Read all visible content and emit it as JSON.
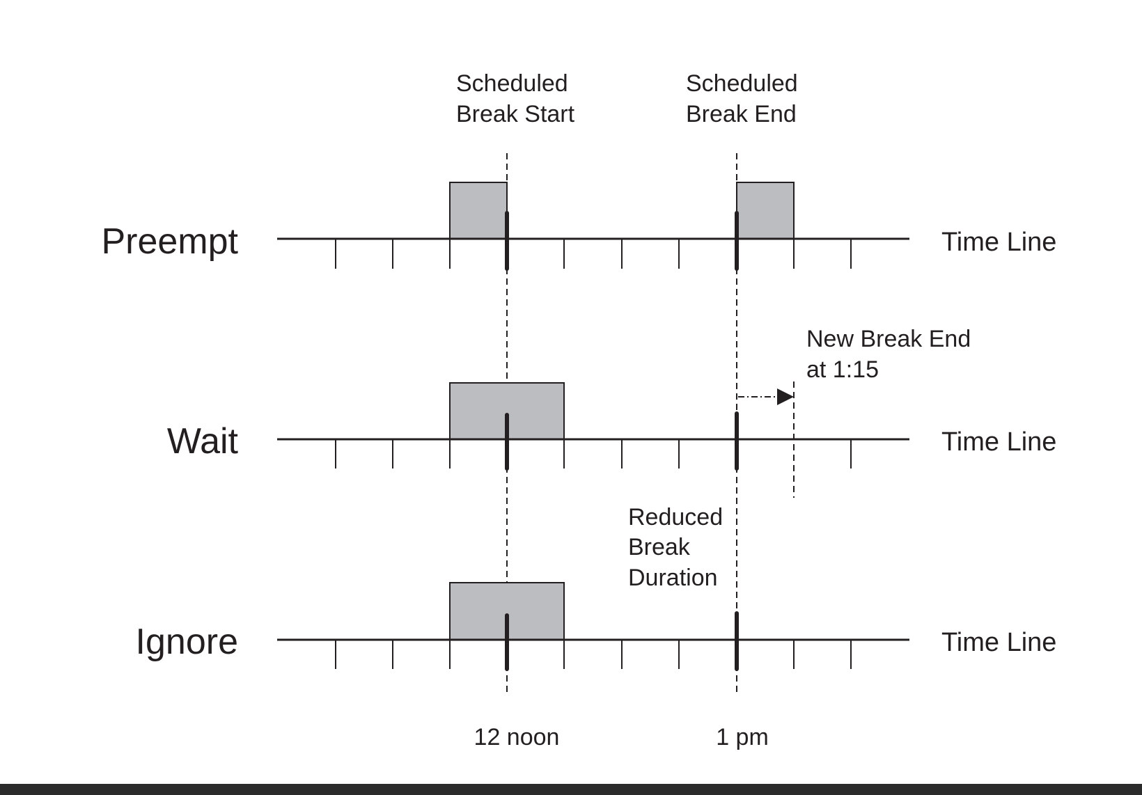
{
  "header": {
    "break_start": [
      "Scheduled",
      "Break Start"
    ],
    "break_end": [
      "Scheduled",
      "Break End"
    ]
  },
  "rows": [
    {
      "name": "Preempt",
      "timeline_label": "Time Line"
    },
    {
      "name": "Wait",
      "timeline_label": "Time Line"
    },
    {
      "name": "Ignore",
      "timeline_label": "Time Line"
    }
  ],
  "annotations": {
    "new_break_end": [
      "New Break End",
      "at 1:15"
    ],
    "reduced_break": [
      "Reduced",
      "Break",
      "Duration"
    ]
  },
  "axis": {
    "noon_label": "12 noon",
    "one_pm_label": "1 pm"
  },
  "colors": {
    "line": "#231f20",
    "break_fill": "#bcbdc0"
  }
}
